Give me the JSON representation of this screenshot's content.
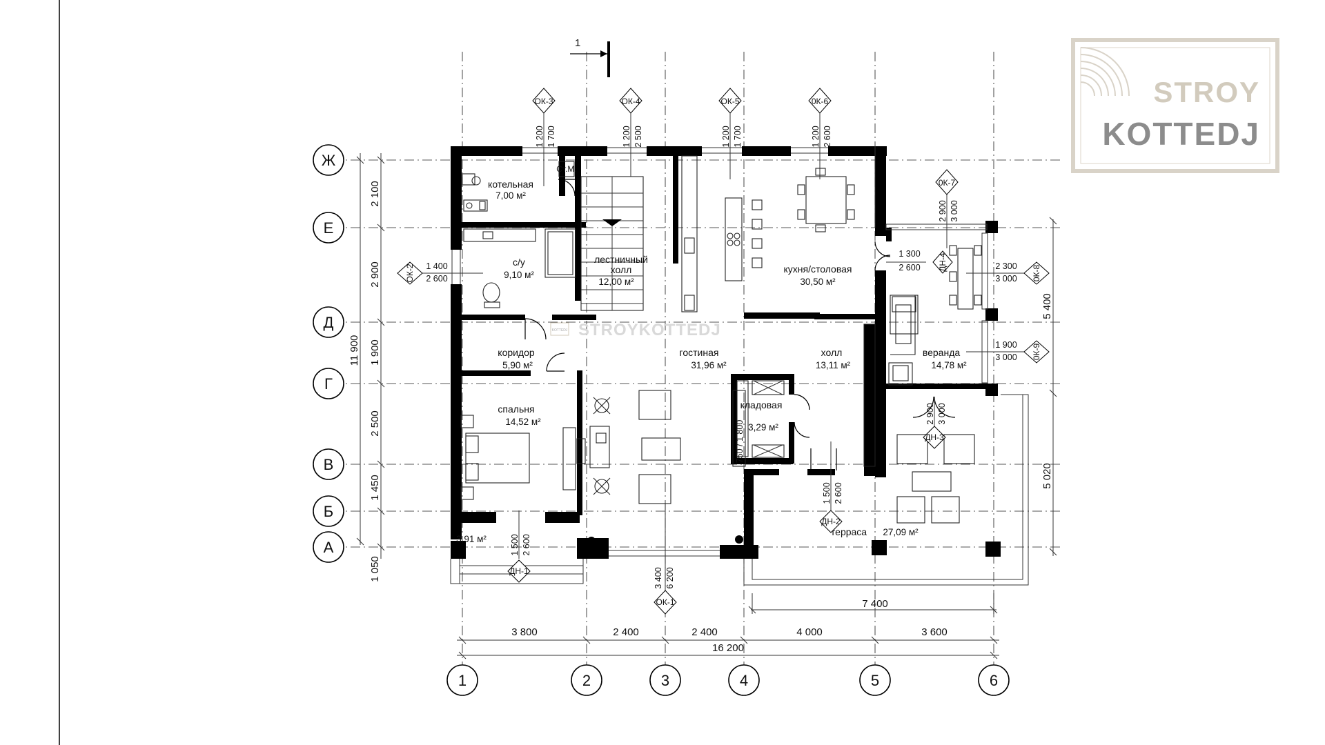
{
  "logo": {
    "line1": "STROY",
    "line2": "KOTTEDJ"
  },
  "watermark": {
    "text": "STROYKOTTEDJ",
    "small": "KOTTEDJ"
  },
  "section_marker": "1",
  "axes_vertical": [
    "1",
    "2",
    "3",
    "4",
    "5",
    "6"
  ],
  "axes_horizontal": [
    "Ж",
    "Е",
    "Д",
    "Г",
    "В",
    "Б",
    "А"
  ],
  "rooms": {
    "boiler": {
      "name": "котельная",
      "area": "7,00 м²"
    },
    "bathroom": {
      "name": "с/у",
      "area": "9,10 м²"
    },
    "stair_hall": {
      "name1": "лестничный",
      "name2": "холл",
      "area": "12,00 м²"
    },
    "kitchen": {
      "name": "кухня/столовая",
      "area": "30,50 м²"
    },
    "corridor": {
      "name": "коридор",
      "area": "5,90 м²"
    },
    "living": {
      "name": "гостиная",
      "area": "31,96 м²"
    },
    "hall": {
      "name": "холл",
      "area": "13,11 м²"
    },
    "veranda": {
      "name": "веранда",
      "area": "14,78 м²"
    },
    "bedroom": {
      "name": "спальня",
      "area": "14,52 м²"
    },
    "storage": {
      "name": "кладовая",
      "area": "3,29 м²"
    },
    "porch": {
      "area": "3,91 м²"
    },
    "terrace": {
      "name": "терраса",
      "area": "27,09 м²"
    },
    "sgm": "Ст.М."
  },
  "openings": {
    "ok1": {
      "tag": "ОК-1",
      "a": "3 400",
      "b": "6 200"
    },
    "ok2": {
      "tag": "ОК-2",
      "a": "1 400",
      "b": "2 600"
    },
    "ok3": {
      "tag": "ОК-3",
      "a": "1 200",
      "b": "1 700"
    },
    "ok4": {
      "tag": "ОК-4",
      "a": "1 200",
      "b": "2 500"
    },
    "ok5": {
      "tag": "ОК-5",
      "a": "1 200",
      "b": "1 700"
    },
    "ok6": {
      "tag": "0К-6",
      "a": "1 200",
      "b": "2 600"
    },
    "ok7": {
      "tag": "0К-7",
      "a": "2 900",
      "b": "3 000"
    },
    "ok8": {
      "tag": "0К-8",
      "a": "2 300",
      "b": "3 000"
    },
    "ok9": {
      "tag": "0К-9",
      "a": "1 900",
      "b": "3 000"
    },
    "dn1": {
      "tag": "ДН-1",
      "a": "1 500",
      "b": "2 600"
    },
    "dn2": {
      "tag": "ДН-2",
      "a": "1 500",
      "b": "2 600"
    },
    "dn3": {
      "tag": "ДН-3",
      "a": "2 900",
      "b": "3 000"
    },
    "dn4": {
      "tag": "ДН-4",
      "a": "1 300",
      "b": "2 600"
    },
    "storage_door": "750 / 1 800"
  },
  "dimensions": {
    "bottom": [
      "3 800",
      "2 400",
      "2 400",
      "4 000",
      "3 600"
    ],
    "bottom_total": "16 200",
    "terrace_width": "7 400",
    "left": [
      "2 100",
      "2 900",
      "1 900",
      "2 500",
      "1 450",
      "1 050"
    ],
    "left_total": "11 900",
    "right": [
      "5 400",
      "5 020"
    ]
  }
}
